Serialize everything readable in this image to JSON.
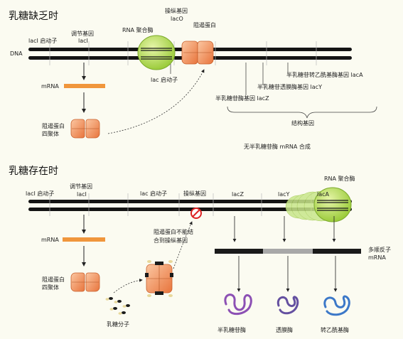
{
  "panel1": {
    "title": "乳糖缺乏时",
    "dna_label": "DNA",
    "laci_promoter": "lacI 启动子",
    "reg_gene": "调节基因",
    "reg_gene_name": "lacI",
    "rna_pol": "RNA 聚合酶",
    "operator": "操纵基因",
    "operator_name": "lacO",
    "repressor": "阻遏蛋白",
    "lac_promoter": "lac 启动子",
    "mrna": "mRNA",
    "tetramer": "阻遏蛋白\n四聚体",
    "lacA": "半乳糖苷转乙酰基酶基因 lacA",
    "lacY": "半乳糖苷透膜酶基因 lacY",
    "lacZ": "半乳糖苷酶基因 lacZ",
    "structural": "结构基因",
    "no_synthesis": "无半乳糖苷酶 mRNA 合成"
  },
  "panel2": {
    "title": "乳糖存在时",
    "rna_pol": "RNA 聚合酶",
    "laci_promoter": "lacI 启动子",
    "reg_gene": "调节基因",
    "reg_gene_name": "lacI",
    "lac_promoter": "lac 启动子",
    "operator": "操纵基因",
    "lacZ": "lacZ",
    "lacY": "lacY",
    "lacA": "lacA",
    "mrna": "mRNA",
    "cannot_bind": "阻遏蛋白不能结\n合到操纵基因",
    "poly_mrna": "多顺反子\nmRNA",
    "tetramer": "阻遏蛋白\n四聚体",
    "lactose": "乳糖分子",
    "enzyme1": "半乳糖苷酶",
    "enzyme2": "透膜酶",
    "enzyme3": "转乙酰基酶"
  },
  "colors": {
    "rnap": "#b4dc50",
    "repressor": "#f08c5a",
    "mrna_orange": "#f0963c",
    "protein1": "#8c50b4",
    "protein2": "#6450a0",
    "protein3": "#3c78c8"
  }
}
